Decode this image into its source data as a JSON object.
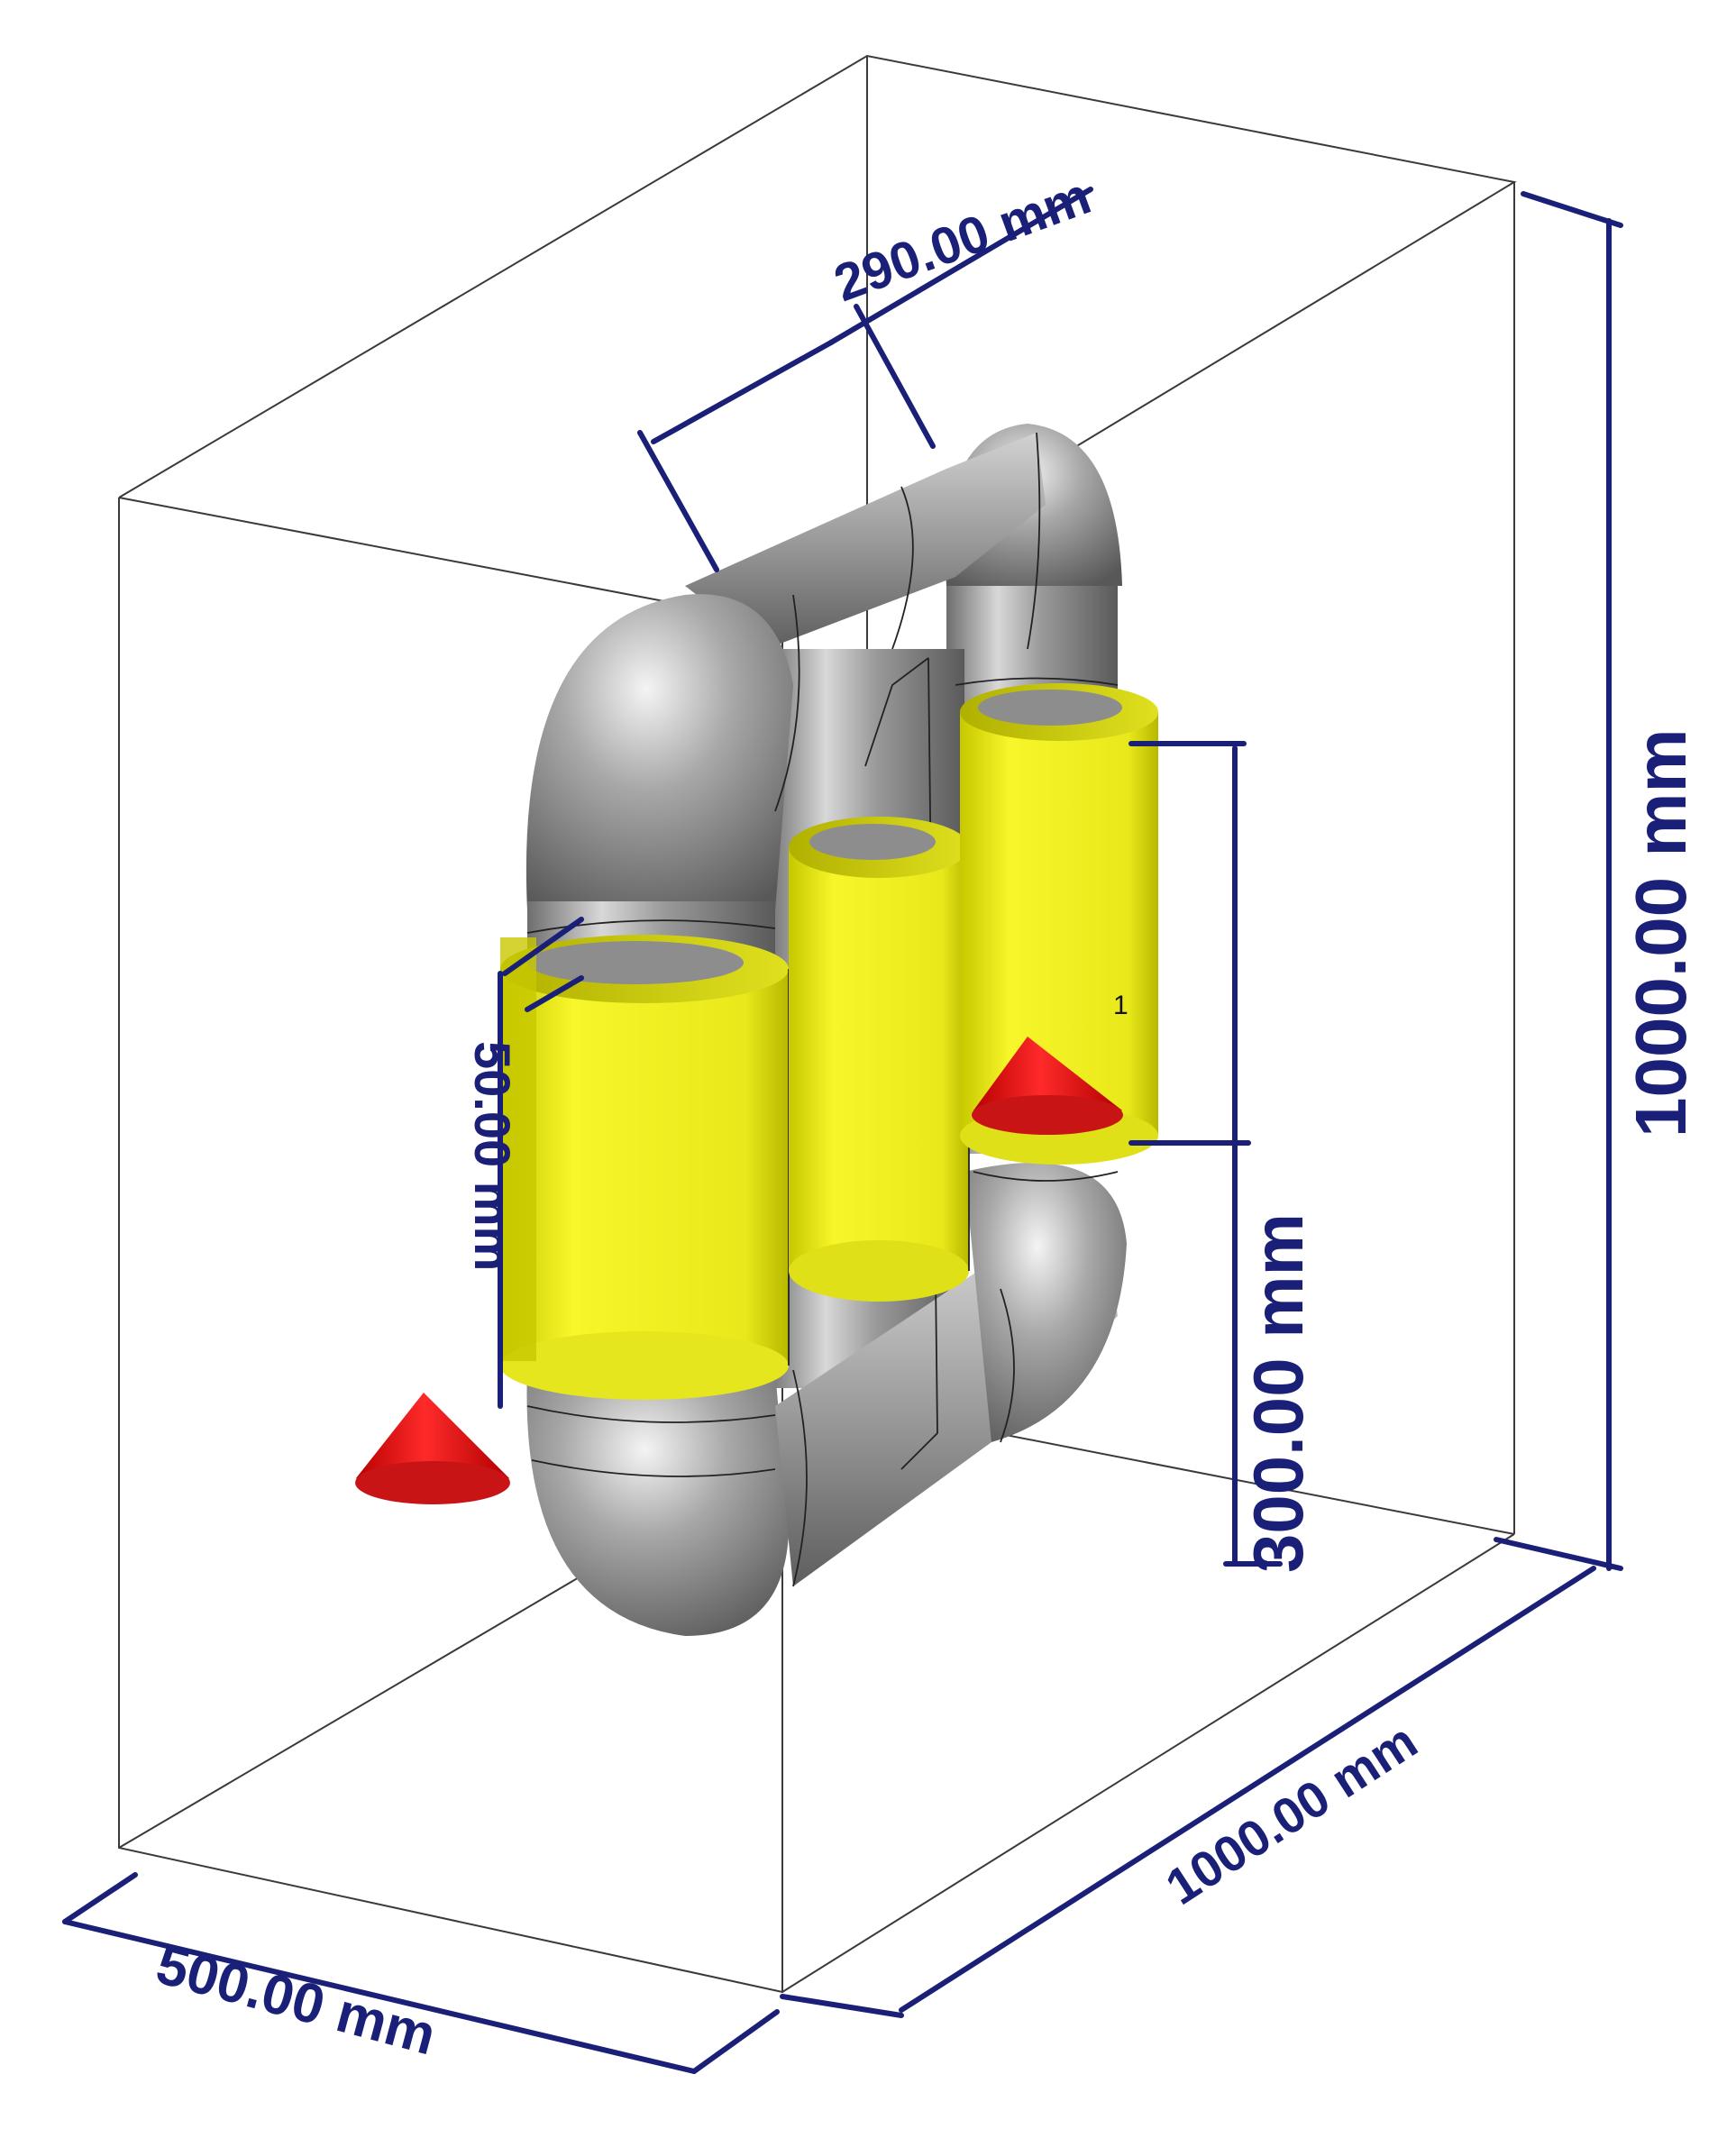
{
  "viewport": {
    "background": "#ffffff",
    "colors": {
      "dimension": "#1a1f78",
      "core": "#8c8c8c",
      "winding": "#f2f21a",
      "port": "#ff1a1a",
      "box": "#3a3a3a"
    }
  },
  "dimensions": {
    "height": "1000.00 mm",
    "depth": "1000.00 mm",
    "width": "500.00 mm",
    "core_gap": "290.00 mm",
    "winding_length": "300.00 mm",
    "winding_thickness": "50.00 mm"
  },
  "labels": {
    "port_number": "1"
  },
  "icons": [
    "port-marker-icon",
    "port-marker-icon"
  ]
}
